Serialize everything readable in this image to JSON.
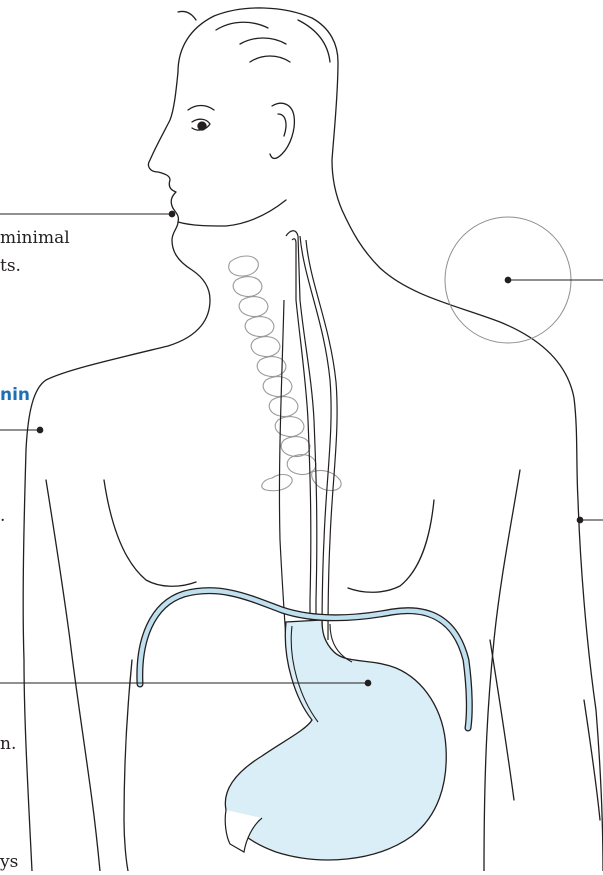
{
  "colors": {
    "line": "#231f20",
    "organ_fill": "#d9eef7",
    "tube": "#bfe0ee",
    "heading": "#1f6fb5",
    "cartilage": "#9a9a9a"
  },
  "labels": {
    "mouth_line1": "minimal",
    "mouth_line2": "ts.",
    "section_heading": "nin",
    "stomach_letter": "n.",
    "bottom_letters": "ys",
    "arm_mark": "."
  }
}
